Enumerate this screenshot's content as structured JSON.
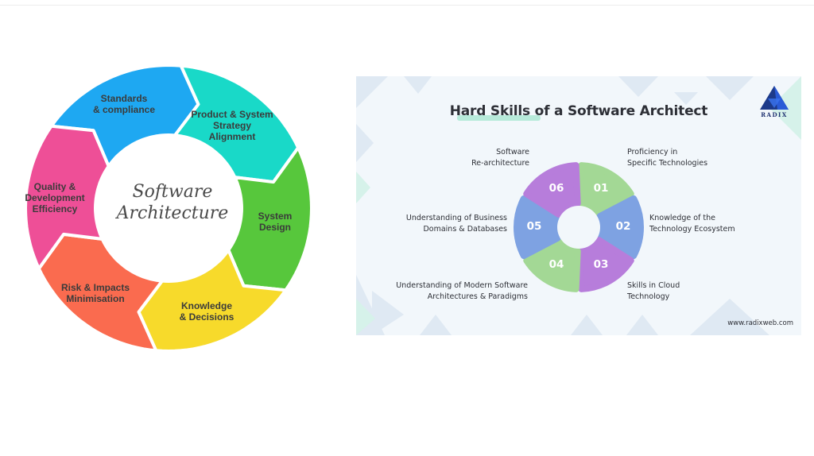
{
  "left_diagram": {
    "center_title": "Software\nArchitecture",
    "segments": [
      {
        "label": "Standards\n& compliance",
        "color": "#1ea8f2"
      },
      {
        "label": "Product & System\nStrategy\nAlignment",
        "color": "#19d9c8"
      },
      {
        "label": "System\nDesign",
        "color": "#57c73c"
      },
      {
        "label": "Knowledge\n& Decisions",
        "color": "#f7da2b"
      },
      {
        "label": "Risk & Impacts\nMinimisation",
        "color": "#fa6b4f"
      },
      {
        "label": "Quality &\nDevelopment\nEfficiency",
        "color": "#ee4f97"
      }
    ]
  },
  "right_card": {
    "title": "Hard Skills of a Software Architect",
    "logo_text": "RADIX",
    "website": "www.radixweb.com",
    "segments": [
      {
        "number": "01",
        "label": "Proficiency in\nSpecific Technologies",
        "color": "#a3d895"
      },
      {
        "number": "02",
        "label": "Knowledge of the\nTechnology Ecosystem",
        "color": "#7ea2e2"
      },
      {
        "number": "03",
        "label": "Skills in Cloud\nTechnology",
        "color": "#b77ddb"
      },
      {
        "number": "04",
        "label": "Understanding of Modern Software\nArchitectures & Paradigms",
        "color": "#a3d895"
      },
      {
        "number": "05",
        "label": "Understanding of Business\nDomains & Databases",
        "color": "#7ea2e2"
      },
      {
        "number": "06",
        "label": "Software\nRe-architecture",
        "color": "#b77ddb"
      }
    ]
  }
}
